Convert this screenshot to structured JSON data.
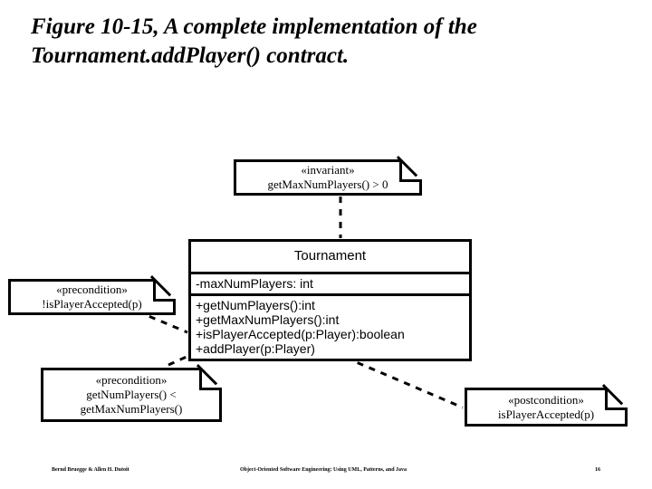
{
  "slide": {
    "title": "Figure 10-15, A complete implementation of the Tournament.addPlayer() contract."
  },
  "invariant_note": {
    "stereotype": "«invariant»",
    "expression": "getMaxNumPlayers() > 0"
  },
  "precondition_note_left": {
    "stereotype": "«precondition»",
    "expression": "!isPlayerAccepted(p)"
  },
  "precondition_note_bottom": {
    "stereotype": "«precondition»",
    "expression_line1": "getNumPlayers() <",
    "expression_line2": "getMaxNumPlayers()"
  },
  "postcondition_note": {
    "stereotype": "«postcondition»",
    "expression": "isPlayerAccepted(p)"
  },
  "tournament_class": {
    "name": "Tournament",
    "attributes": [
      "-maxNumPlayers: int"
    ],
    "operations": [
      "+getNumPlayers():int",
      "+getMaxNumPlayers():int",
      "+isPlayerAccepted(p:Player):boolean",
      "+addPlayer(p:Player)"
    ]
  },
  "footer": {
    "authors": "Bernd Bruegge & Allen H. Dutoit",
    "book": "Object-Oriented Software Engineering: Using UML, Patterns, and Java",
    "page": "16"
  },
  "colors": {
    "ink": "#000000",
    "paper": "#ffffff"
  }
}
